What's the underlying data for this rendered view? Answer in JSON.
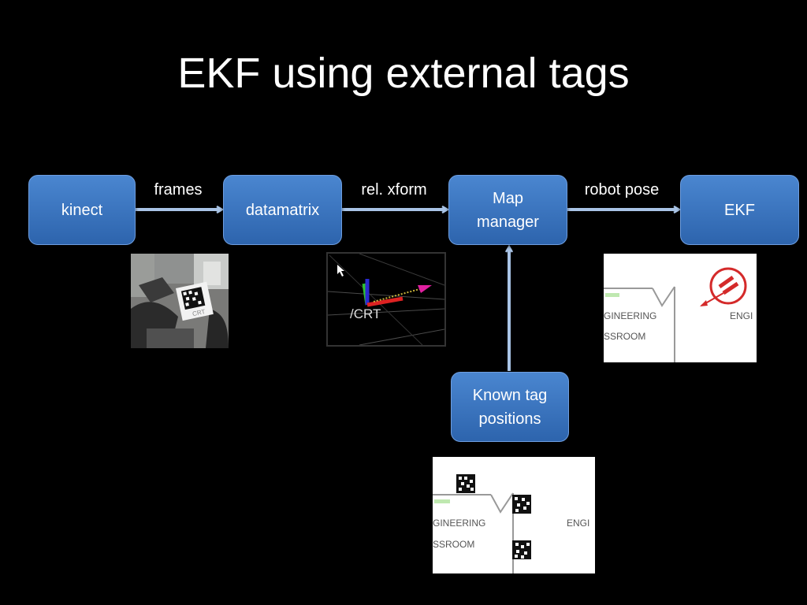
{
  "slide": {
    "title": "EKF using external tags"
  },
  "nodes": {
    "kinect": "kinect",
    "datamatrix": "datamatrix",
    "map_manager": [
      "Map",
      "manager"
    ],
    "ekf": "EKF",
    "known_tags": [
      "Known tag",
      "positions"
    ]
  },
  "edges": {
    "frames": "frames",
    "rel_xform": "rel. xform",
    "robot_pose": "robot pose"
  },
  "images": {
    "tf_frame_label": "/CRT",
    "map_label_1": "GINEERING",
    "map_label_2": "SSROOM",
    "map_label_3": "ENGI",
    "tag_label": "CRT"
  },
  "colors": {
    "box": "#3a74c0",
    "arrow": "#a9c4e6",
    "background": "#000000"
  }
}
